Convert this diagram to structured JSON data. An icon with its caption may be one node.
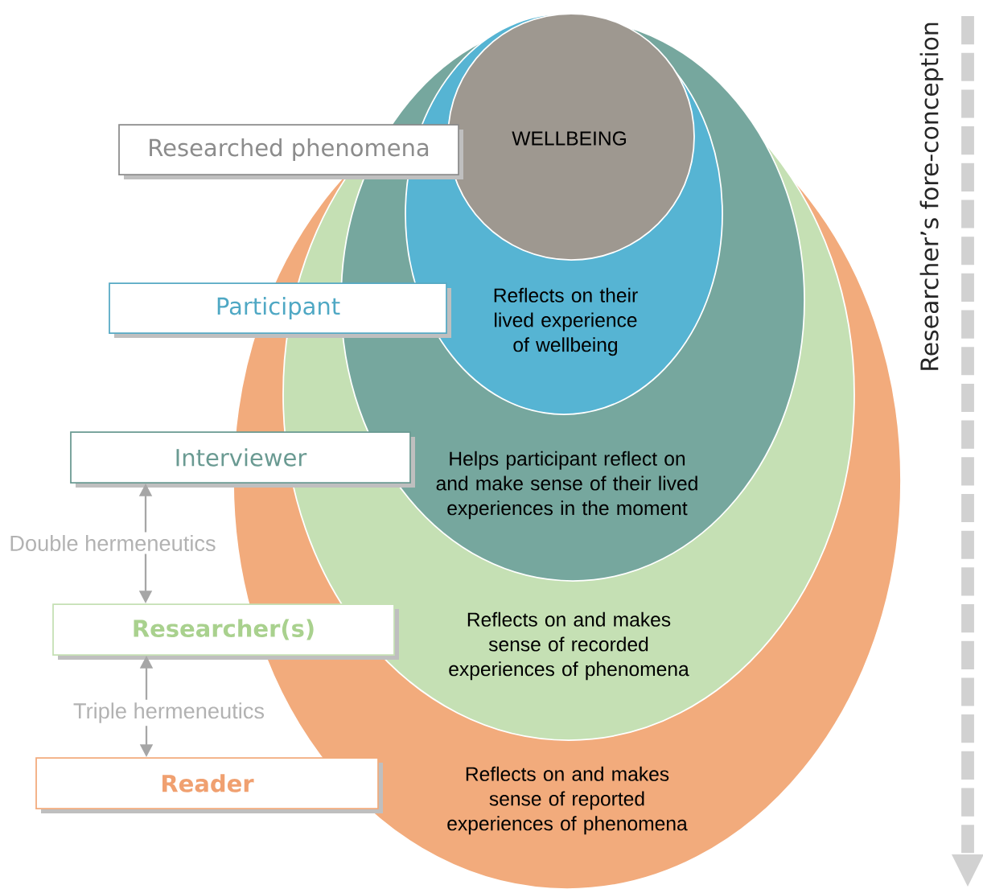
{
  "diagram": {
    "nodes": [
      {
        "text": [
          "Reflects on and makes sense of reported experiences of phenomena"
        ]
      },
      {
        "text": [
          "Reflects on and makes sense of recorded experiences of phenomena"
        ],
        "in": 0
      },
      {
        "text": [
          "Helps participant reflect on and make sense of their lived experiences in the moment"
        ],
        "in": 1
      },
      {
        "text": [
          "Reflects on their lived experience of wellbeing"
        ],
        "in": 2
      },
      {
        "text": [
          "WELLBEING"
        ],
        "in": 3
      },
      {
        "text": [
          "Researched phenomena"
        ]
      },
      {
        "text": [
          "Participant"
        ]
      },
      {
        "text": [
          "Interviewer"
        ]
      },
      {
        "text": [
          "Researcher(s)"
        ]
      },
      {
        "text": [
          "Reader"
        ]
      }
    ],
    "edges": [
      {
        "from": 7,
        "to": 8,
        "arrow": "both",
        "label": "Double hermeneutics"
      },
      {
        "from": 8,
        "to": 9,
        "arrow": "both",
        "label": "Triple hermeneutics"
      }
    ],
    "labels": [
      "Researcher’s fore-conception"
    ]
  }
}
